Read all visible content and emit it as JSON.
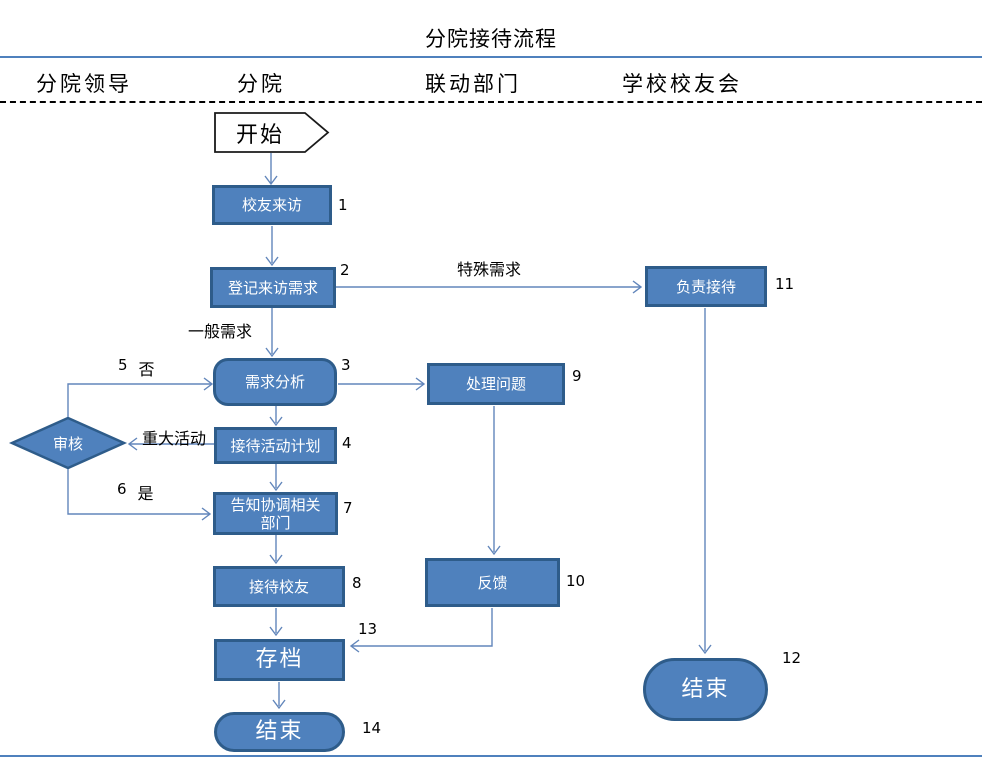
{
  "title": "分院接待流程",
  "lanes": [
    "分院领导",
    "分院",
    "联动部门",
    "学校校友会"
  ],
  "nodes": {
    "start": {
      "label": "开始"
    },
    "alumni_visit": {
      "label": "校友来访",
      "num": "1"
    },
    "register_needs": {
      "label": "登记来访需求",
      "num": "2"
    },
    "needs_analysis": {
      "label": "需求分析",
      "num": "3"
    },
    "activity_plan": {
      "label": "接待活动计划",
      "num": "4"
    },
    "review": {
      "label": "审核"
    },
    "notify_departments": {
      "lines": [
        "告知协调相关",
        "部门"
      ],
      "num": "7"
    },
    "receive_alumni": {
      "label": "接待校友",
      "num": "8"
    },
    "handle_issues": {
      "label": "处理问题",
      "num": "9"
    },
    "feedback": {
      "label": "反馈",
      "num": "10"
    },
    "responsible_reception": {
      "label": "负责接待",
      "num": "11"
    },
    "end_right": {
      "label": "结束",
      "num": "12"
    },
    "archive": {
      "label": "存档",
      "num": "13"
    },
    "end_left": {
      "label": "结束",
      "num": "14"
    }
  },
  "edge_labels": {
    "special_needs": "特殊需求",
    "general_needs": "一般需求",
    "major_activity": "重大活动",
    "no": {
      "num": "5",
      "label": "否"
    },
    "yes": {
      "num": "6",
      "label": "是"
    }
  },
  "colors": {
    "shape_fill": "#4f81bd",
    "shape_border": "#2e5c8a",
    "connector": "#6286bb",
    "rule_blue": "#4f81bd",
    "text_dark": "#000000",
    "shape_text": "#ffffff"
  }
}
